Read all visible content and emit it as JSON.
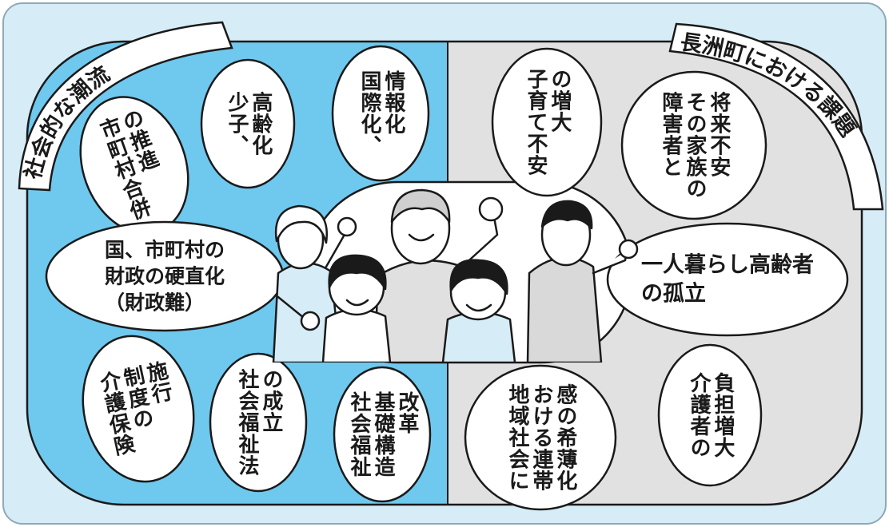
{
  "colors": {
    "outer_bg": "#d6ecf6",
    "left_panel": "#6fc8ee",
    "right_panel": "#e1e1e1",
    "oval_fill": "#ffffff",
    "outline": "#1a1a1a"
  },
  "labels": {
    "left_title": "社会的な潮流",
    "right_title": "長洲町における課題"
  },
  "left_items": {
    "merger": "の推進\n市町村合併",
    "aging": "高齢化\n少子、",
    "info": "情報化\n国際化、",
    "finance": "国、市町村の\n財政の硬直化\n（財政難）",
    "insurance": "施行\n制度の\n介護保険",
    "welfare_law": "の成立\n社会福祉法",
    "reform": "改革\n基礎構造\n社会福祉"
  },
  "right_items": {
    "childcare": "の増大\n子育て不安",
    "disabled": "将来不安\nその家族の\n障害者と",
    "elderly": "一人暮らし高齢者\nの孤立",
    "community": "感の希薄化\nおける連帯\n地域社会に",
    "caregiver": "負担増大\n介護者の"
  },
  "illustration": {
    "icon": "family-cheering-illustration"
  }
}
